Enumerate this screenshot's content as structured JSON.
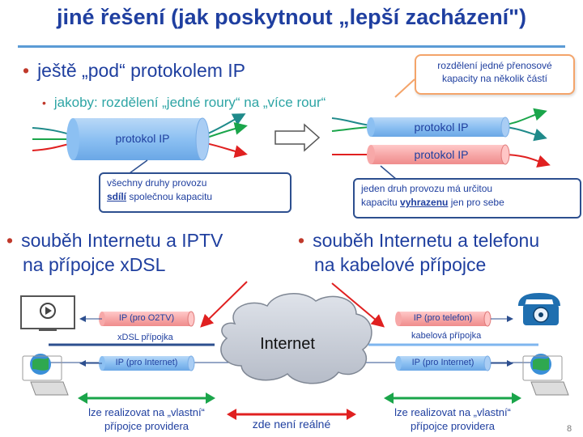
{
  "slide": {
    "title": "jiné řešení (jak poskytnout „lepší zacházení\")",
    "bullet1": "ještě „pod“ protokolem IP",
    "sub1": "jakoby: rozdělení „jedné roury“ na „více rour“",
    "callout": {
      "line1": "rozdělení jedné přenosové",
      "line2": "kapacity na několik částí"
    },
    "left_pipe_label": "protokol IP",
    "right_pipe_top_label": "protokol IP",
    "right_pipe_bottom_label": "protokol IP",
    "note_left": {
      "line1": "všechny druhy provozu",
      "bold": "sdílí",
      "rest": " společnou kapacitu"
    },
    "note_right": {
      "line1": "jeden druh provozu má určitou",
      "prefix": "kapacitu ",
      "bold": "vyhrazenu",
      "rest": " jen pro sebe"
    },
    "bullet2_line1": "souběh Internetu a IPTV",
    "bullet2_line2": "na přípojce xDSL",
    "bullet3_line1": "souběh Internetu a telefonu",
    "bullet3_line2": "na kabelové přípojce",
    "cloud_label": "Internet",
    "ip_o2tv": "IP (pro O2TV)",
    "ip_internet_left": "IP (pro Internet)",
    "ip_telefon": "IP (pro telefon)",
    "ip_internet_right": "IP (pro Internet)",
    "xdsl_label": "xDSL přípojka",
    "cable_label": "kabelová přípojka",
    "left_green_line1": "lze realizovat na „vlastní“",
    "left_green_line2": "přípojce providera",
    "right_green_line1": "lze realizovat na „vlastní“",
    "right_green_line2": "přípojce providera",
    "red_center": "zde není reálné",
    "page_number": "8"
  },
  "colors": {
    "title": "#1f3fa0",
    "bullet_marker": "#c0392b",
    "sub_text": "#2ea5a5",
    "pipe_blue": "#7fb6ef",
    "pipe_red": "#f5a3a3",
    "green": "#1aa54a",
    "red": "#e02020",
    "callout_border": "#f4a46a"
  }
}
